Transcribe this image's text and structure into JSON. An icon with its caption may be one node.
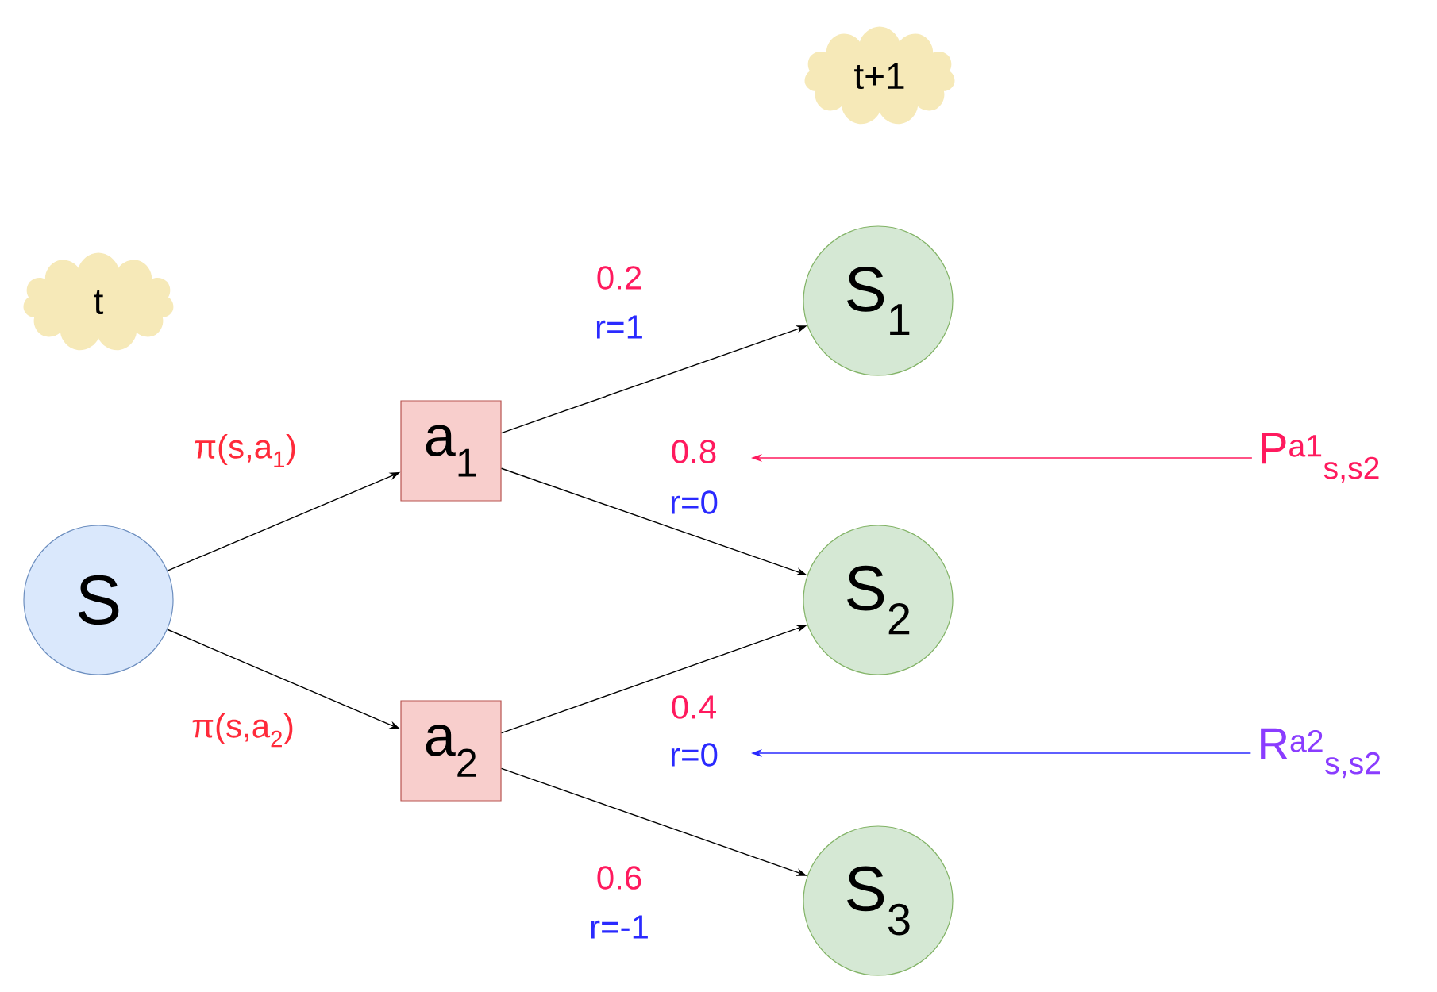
{
  "diagram": {
    "nodes": [
      {
        "text": [
          "t"
        ]
      },
      {
        "text": [
          "t+1"
        ]
      },
      {
        "text": [
          "S"
        ]
      },
      {
        "text": [
          "a$_{1}$"
        ]
      },
      {
        "text": [
          "a$_{2}$"
        ]
      },
      {
        "text": [
          "S$_{1}$"
        ]
      },
      {
        "text": [
          "S$_{2}$"
        ]
      },
      {
        "text": [
          "S$_{3}$"
        ]
      },
      {
        "text": [
          "P$^{a1}$$_{s,s2}$"
        ]
      },
      {
        "text": [
          "R$^{a2}$$_{s,s2}$"
        ]
      }
    ],
    "edges": [
      {
        "from": 2,
        "to": 3,
        "arrow": "to",
        "label": "π(s,a$_{1}$)"
      },
      {
        "from": 2,
        "to": 4,
        "arrow": "to",
        "label": "π(s,a$_{2}$)"
      },
      {
        "from": 3,
        "to": 5,
        "arrow": "to",
        "label": "0.2"
      },
      {
        "from": 3,
        "to": 6,
        "arrow": "to",
        "label": "0.8"
      },
      {
        "from": 4,
        "to": 6,
        "arrow": "to",
        "label": "0.4"
      },
      {
        "from": 4,
        "to": 7,
        "arrow": "to",
        "label": "0.6"
      },
      {
        "from": 8,
        "to": null,
        "arrow": "to",
        "color": "#ff1a5e"
      },
      {
        "from": 9,
        "to": null,
        "arrow": "to",
        "color": "#2a2aff"
      }
    ],
    "labels": [
      "r=1",
      "r=0",
      "r=0",
      "r=-1"
    ]
  }
}
